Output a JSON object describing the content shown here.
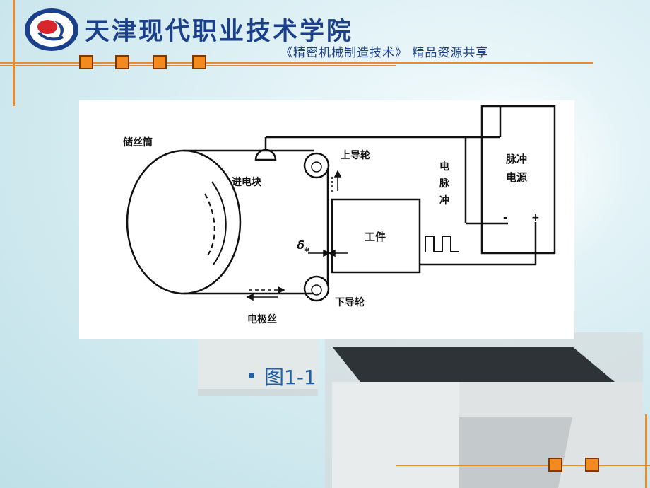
{
  "header": {
    "title": "天津现代职业技术学院",
    "subtitle": "《精密机械制造技术》 精品资源共享"
  },
  "figure": {
    "labels": {
      "spool": "储丝筒",
      "feed_block": "进电块",
      "upper_guide": "上导轮",
      "pulse_line1": "电",
      "pulse_line2": "脉",
      "pulse_line3": "冲",
      "power_line1": "脉冲",
      "power_line2": "电源",
      "minus": "-",
      "plus": "+",
      "workpiece": "工件",
      "gap_delta": "δ",
      "gap_sub": "电",
      "lower_guide": "下导轮",
      "wire": "电极丝"
    }
  },
  "caption": {
    "text": "图1-1"
  },
  "colors": {
    "accent": "#f28a1f",
    "line": "#e98a2c",
    "title": "#1b3f88",
    "caption": "#1f5fa8"
  }
}
